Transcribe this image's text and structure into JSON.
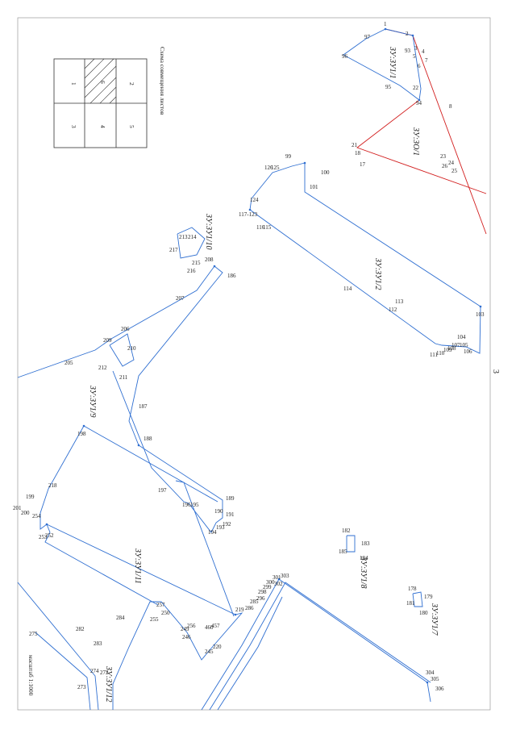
{
  "sheet": {
    "page_number": "3",
    "scale": "масштаб 1:1000",
    "legend_title": "Схема совмещения листов",
    "legend_cells": [
      "1",
      "2",
      "3",
      "4",
      "5",
      "6"
    ]
  },
  "zones": [
    {
      "name": "ЗУ:ЗУ1/1",
      "text": "ЗУ:ЗУ1/1"
    },
    {
      "name": "ЗУ:ЗО/1",
      "text": "ЗУ:ЗО/1"
    },
    {
      "name": "ЗУ:ЗУ1/2",
      "text": "ЗУ:ЗУ1/2"
    },
    {
      "name": "ЗУ:ЗУ1/10",
      "text": "ЗУ:ЗУ1/10"
    },
    {
      "name": "ЗУ:ЗУ1/9",
      "text": "ЗУ:ЗУ1/9"
    },
    {
      "name": "ЗУ:ЗУ1/11",
      "text": "ЗУ:ЗУ1/11"
    },
    {
      "name": "ЗУ:ЗУ1/8",
      "text": "ЗУ:ЗУ1/8"
    },
    {
      "name": "ЗУ:ЗУ1/7",
      "text": "ЗУ:ЗУ1/7"
    },
    {
      "name": "ЗУ:ЗУ1/12",
      "text": "ЗУ:ЗУ1/12"
    }
  ],
  "points": [
    "1",
    "2",
    "3",
    "4",
    "5",
    "6",
    "7",
    "8",
    "97",
    "96",
    "95",
    "94",
    "22",
    "93",
    "21",
    "18",
    "17",
    "23",
    "24",
    "25",
    "26",
    "99",
    "100",
    "101",
    "125",
    "126",
    "124",
    "117-123",
    "116",
    "115",
    "114",
    "113",
    "112",
    "103",
    "104",
    "105",
    "106",
    "107",
    "108",
    "109",
    "110",
    "111",
    "208",
    "186",
    "207",
    "206",
    "205",
    "209",
    "210",
    "212",
    "211",
    "213",
    "214",
    "215",
    "216",
    "217",
    "187",
    "188",
    "189",
    "190",
    "191",
    "192",
    "193",
    "194",
    "195",
    "196",
    "197",
    "198",
    "199",
    "200",
    "201",
    "218",
    "252",
    "253",
    "254",
    "183",
    "182",
    "184",
    "185",
    "178",
    "179",
    "180",
    "181",
    "303",
    "301",
    "302",
    "300",
    "299",
    "298",
    "296",
    "305",
    "304",
    "306",
    "219",
    "257",
    "250",
    "255",
    "284",
    "283",
    "282",
    "256",
    "246",
    "249",
    "457",
    "460",
    "245",
    "220",
    "285",
    "286",
    "275",
    "274",
    "273",
    "272"
  ]
}
